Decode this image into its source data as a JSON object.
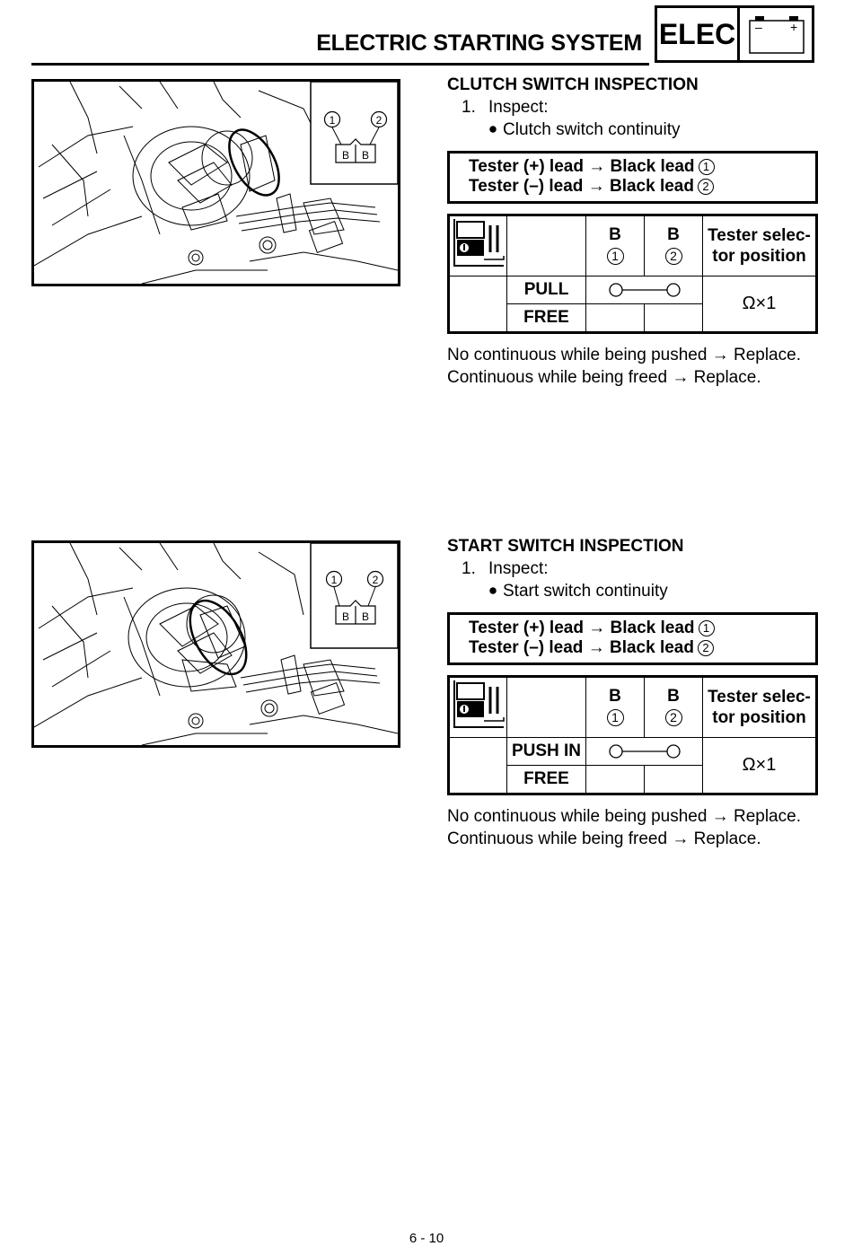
{
  "header": {
    "title": "ELECTRIC STARTING SYSTEM",
    "tab_label": "ELEC",
    "battery_minus": "–",
    "battery_plus": "+"
  },
  "sections": [
    {
      "heading": "CLUTCH SWITCH INSPECTION",
      "step_number": "1.",
      "step_text": "Inspect:",
      "bullet": "Clutch switch continuity",
      "lead1_text": "Tester (+) lead → Black lead",
      "lead1_num": "1",
      "lead2_text": "Tester (–) lead → Black lead",
      "lead2_num": "2",
      "col1_label": "B",
      "col1_num": "1",
      "col2_label": "B",
      "col2_num": "2",
      "selector_label_1": "Tester selec-",
      "selector_label_2": "tor position",
      "row1_label": "PULL",
      "row2_label": "FREE",
      "selector_value": "Ω×1",
      "note1": "No continuous while being pushed → Replace.",
      "note2": "Continuous while being freed → Replace.",
      "figure_label_1": "1",
      "figure_label_2": "2",
      "figure_terminal_1": "B",
      "figure_terminal_2": "B"
    },
    {
      "heading": "START SWITCH INSPECTION",
      "step_number": "1.",
      "step_text": "Inspect:",
      "bullet": "Start switch continuity",
      "lead1_text": "Tester (+) lead → Black lead",
      "lead1_num": "1",
      "lead2_text": "Tester (–) lead → Black lead",
      "lead2_num": "2",
      "col1_label": "B",
      "col1_num": "1",
      "col2_label": "B",
      "col2_num": "2",
      "selector_label_1": "Tester selec-",
      "selector_label_2": "tor position",
      "row1_label": "PUSH IN",
      "row2_label": "FREE",
      "selector_value": "Ω×1",
      "note1": "No continuous while being pushed → Replace.",
      "note2": "Continuous while being freed → Replace.",
      "figure_label_1": "1",
      "figure_label_2": "2",
      "figure_terminal_1": "B",
      "figure_terminal_2": "B"
    }
  ],
  "footer": {
    "page_number": "6 - 10"
  }
}
